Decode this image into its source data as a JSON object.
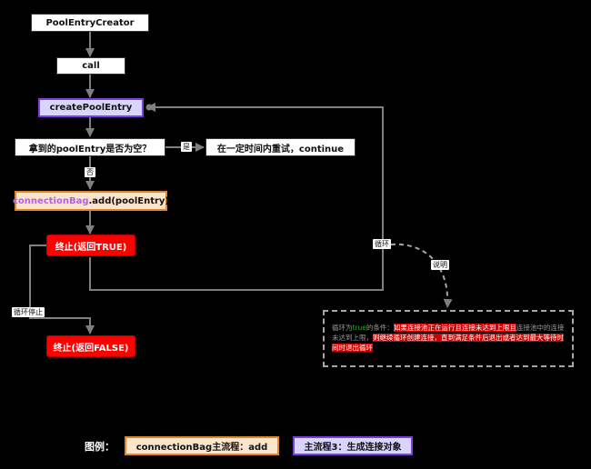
{
  "nodes": {
    "pool_entry_creator": "PoolEntryCreator",
    "call": "call",
    "create_pool_entry": "createPoolEntry",
    "decision": "拿到的poolEntry是否为空？",
    "retry": "在一定时间内重试，continue",
    "add_highlight": "connectionBag",
    "add_rest": ".add(poolEntry)",
    "end_true": "终止(返回TRUE)",
    "end_false": "终止(返回FALSE)"
  },
  "edge_labels": {
    "yes": "是",
    "no": "否",
    "loop": "循环",
    "loop_stop": "循环停止",
    "explain": "说明"
  },
  "note": {
    "part1": "循环为",
    "part2": "true",
    "part3": "的条件：",
    "part4": "如果连接池正在运行且连接未达到上限且",
    "part5": "连接池中的连接未达到上限，",
    "part6": "则继续循环创建连接，直到满足条件后退出",
    "part7": "或者达到最大等待时间时退出循环"
  },
  "legend": {
    "key": "图例：",
    "orange_label": "connectionBag主流程：add",
    "purple_label": "主流程3：生成连接对象"
  },
  "colors": {
    "background": "#000000",
    "wire": "#7f7f7f",
    "purple_border": "#7a3fe0",
    "purple_fill": "#d8d4fb",
    "orange_border": "#e0862b",
    "orange_fill": "#fde5cc",
    "terminal_red": "#ff0000"
  }
}
